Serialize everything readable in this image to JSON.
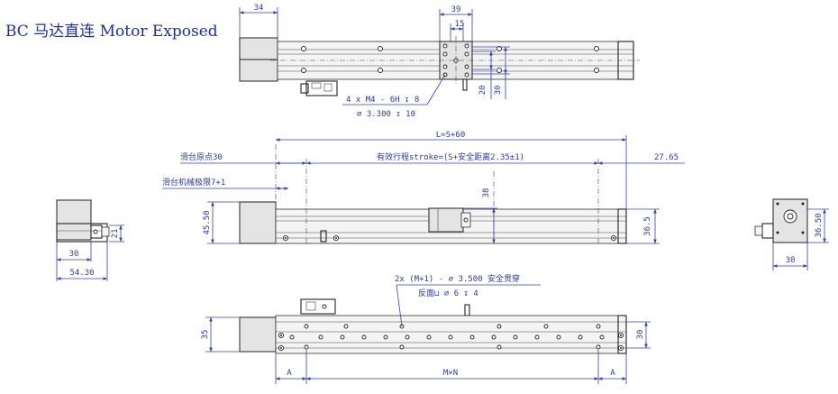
{
  "title": "BC  马达直连 Motor Exposed",
  "top_view": {
    "dim_34": "34",
    "dim_39": "39",
    "dim_15": "15",
    "dim_20": "20",
    "dim_30": "30",
    "note_thread": "4 x  M4 - 6H ↧ 8",
    "note_hole": "∅ 3.300 ↧ 10"
  },
  "front_view": {
    "dim_L": "L=S+60",
    "label_origin": "滑台原点30",
    "label_stroke": "有效行程stroke=(S+安全距离2.35±1)",
    "dim_27_65": "27.65",
    "label_limit": "滑台机械极限7+1",
    "dim_38": "38",
    "dim_45_50": "45.50",
    "dim_36_5": "36.5"
  },
  "left_view": {
    "dim_21": "21",
    "dim_30": "30",
    "dim_54_30": "54.30"
  },
  "right_view": {
    "dim_36_50": "36.50",
    "dim_30": "30"
  },
  "bottom_view": {
    "note_holes": "2x (M+1) - ∅ 3.500 安全贯穿",
    "note_back": "反面⊔ ∅ 6 ↧ 4",
    "dim_35": "35",
    "dim_30": "30",
    "dim_A_left": "A",
    "dim_MxN": "M×N",
    "dim_A_right": "A"
  }
}
